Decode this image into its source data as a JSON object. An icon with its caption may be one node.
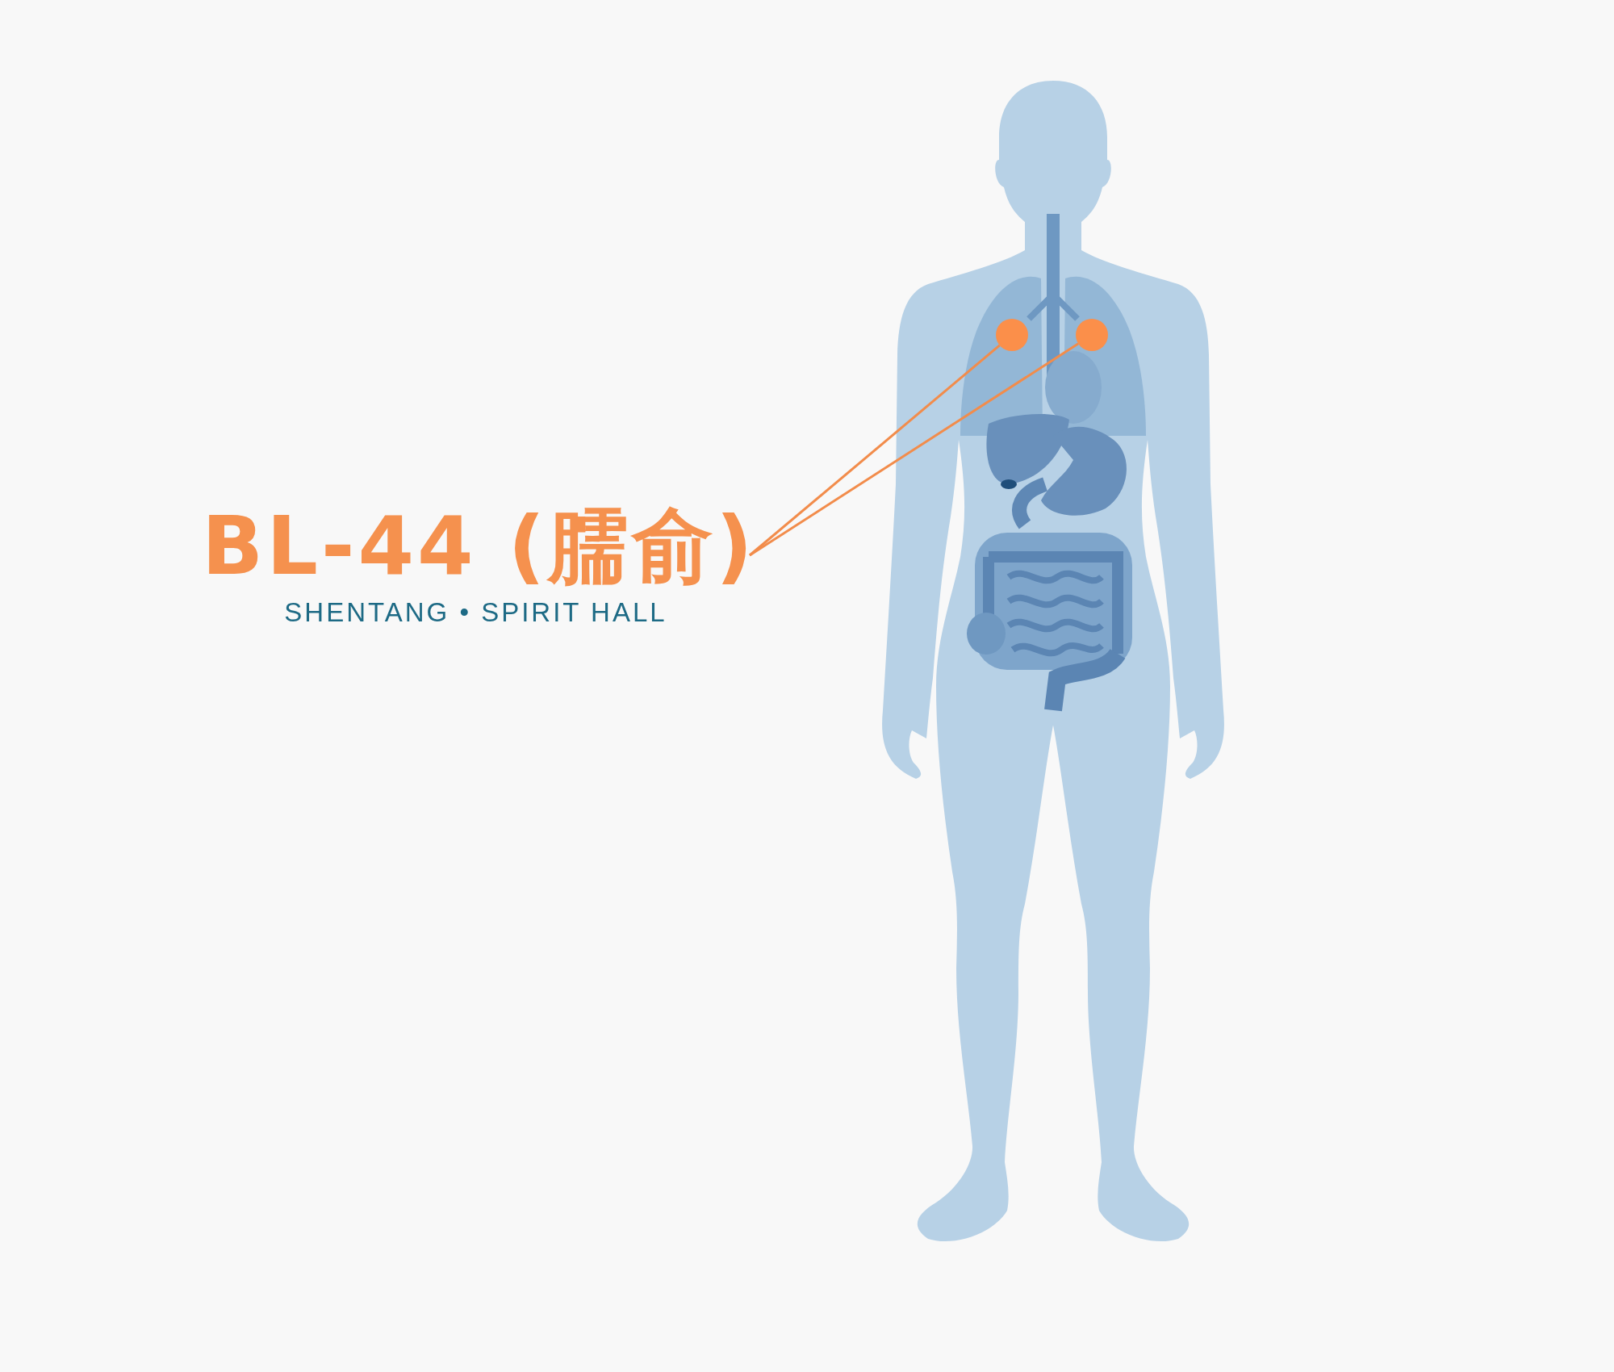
{
  "diagram": {
    "nodes": [
      {
        "text": [
          "BL-44 (臑俞)",
          "SHENTANG • SPIRIT HALL"
        ]
      },
      {
        "text": [],
        "shape": "circle"
      },
      {
        "text": [],
        "shape": "circle"
      }
    ],
    "edges": [
      {
        "from": 0,
        "to": 1,
        "arrow": "none"
      },
      {
        "from": 0,
        "to": 2,
        "arrow": "none"
      }
    ]
  }
}
